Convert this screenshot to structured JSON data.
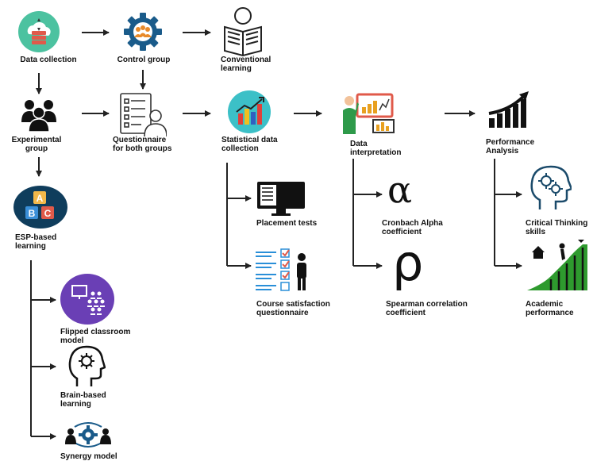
{
  "nodes": {
    "data_collection": {
      "label": "Data collection"
    },
    "control_group": {
      "label": "Control group"
    },
    "conventional_learning": {
      "label": "Conventional\nlearning"
    },
    "experimental_group": {
      "label": "Experimental\ngroup"
    },
    "questionnaire": {
      "label": "Questionnaire\nfor both groups"
    },
    "statistical_data": {
      "label": "Statistical data\ncollection"
    },
    "data_interpretation": {
      "label": "Data\ninterpretation"
    },
    "performance_analysis": {
      "label": "Performance\nAnalysis"
    },
    "esp_learning": {
      "label": "ESP-based\nlearning"
    },
    "placement_tests": {
      "label": "Placement tests"
    },
    "course_satisfaction": {
      "label": "Course satisfaction\nquestionnaire"
    },
    "cronbach": {
      "label": "Cronbach Alpha\ncoefficient"
    },
    "spearman": {
      "label": "Spearman correlation\ncoefficient"
    },
    "critical_thinking": {
      "label": "Critical Thinking\nskills"
    },
    "academic_performance": {
      "label": "Academic\nperformance"
    },
    "flipped_classroom": {
      "label": "Flipped classroom\nmodel"
    },
    "brain_based": {
      "label": "Brain-based\nlearning"
    },
    "synergy_model": {
      "label": "Synergy model"
    }
  },
  "icon_letters": {
    "a": "A",
    "b": "B",
    "c": "C"
  },
  "symbols": {
    "alpha": "α",
    "rho": "ρ"
  },
  "colors": {
    "line": "#222222",
    "cloud_bg": "#4cc2a0",
    "gear": "#1a5b8a",
    "esp_bg": "#0f3d5c",
    "flipped_bg": "#6a3fb5",
    "chart_bg": "#3cc0c7",
    "growth_green": "#2e9a2e"
  }
}
